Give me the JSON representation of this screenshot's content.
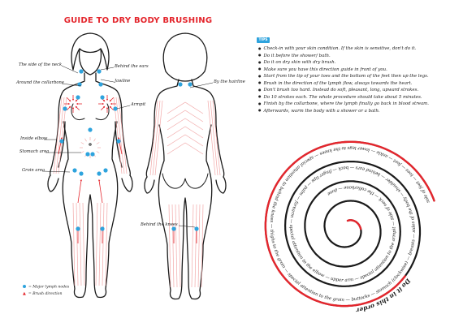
{
  "title": "GUIDE TO DRY BODY BRUSHING",
  "labels": {
    "side_of_neck": "The side of the neck",
    "around_collarbone": "Around the collarbone",
    "behind_ears": "Behind the ears",
    "jawline": "Jawline",
    "armpit": "Armpit",
    "inside_elbow": "Inside elbow",
    "stomach_area": "Stomach area",
    "groin_area": "Groin area",
    "by_hairline": "By the hairline",
    "behind_knees": "Behind the knees"
  },
  "legend": {
    "lymph": "= Major lymph nodes",
    "brush": "= Brush direction"
  },
  "tips": {
    "badge": "TIPS",
    "items": [
      "Check-in with your skin condition. If the skin is sensitive, don't do it.",
      "Do it before the shower/ bath.",
      "Do it on dry skin with dry brush.",
      "Make sure you have this direction guide in front of you.",
      "Start from the tip of your toes and the bottom of the feet then up the legs.",
      "Brush in the direction of the lymph flow, always towards the heart.",
      "Don't brush too hard. Instead do soft, pleasant, long, upward strokes.",
      "Do 10 strokes each. The whole procedure should take about 5 minutes.",
      "Finish by the collarbone, where the lymph finally go back in blood stream.",
      "Afterwards, warm the body with a shower or a bath."
    ]
  },
  "spiral": {
    "heading": "Do it in this order",
    "text": "sole of feet — toes — feet — ankle — lower legs to the knees — special attention to behind the knees — thighs to the groin — special attention to the groin — buttocks — stomach (clockwise) — breasts — sides of the body — shoulder — behind ears — back — finger tips — palm — forearm — special attention to the elbow — upper arm — special attention to the armpit — side of neck — the collarbone — done"
  },
  "colors": {
    "red": "#e4262d",
    "blue": "#2ea3dd",
    "line": "#1a1a1a",
    "skin_line": "#f2a9a9"
  }
}
